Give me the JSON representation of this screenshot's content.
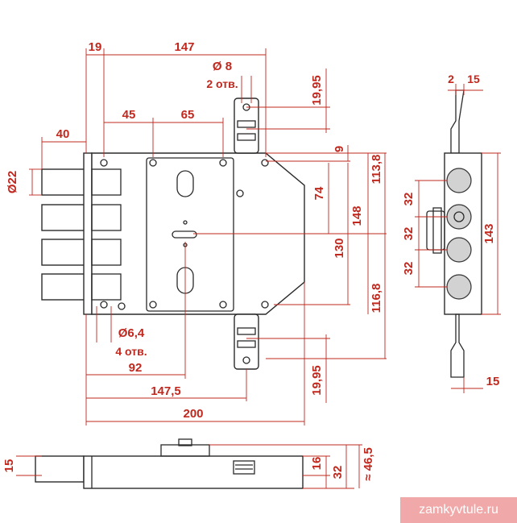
{
  "front_view": {
    "dims": {
      "d19": "19",
      "d147": "147",
      "d8": "Ø 8",
      "d8_note": "2 отв.",
      "d19_95_top": "19,95",
      "d45": "45",
      "d65": "65",
      "d40": "40",
      "d22": "Ø22",
      "d9": "9",
      "d74": "74",
      "d113_8": "113,8",
      "d148": "148",
      "d130": "130",
      "d116_8": "116,8",
      "d6_4": "Ø6,4",
      "d6_4_note": "4 отв.",
      "d92": "92",
      "d147_5": "147,5",
      "d19_95_bot": "19,95",
      "d200": "200"
    }
  },
  "side_view": {
    "dims": {
      "d2": "2",
      "d15_top": "15",
      "d32_a": "32",
      "d32_b": "32",
      "d32_c": "32",
      "d143": "143",
      "d15_bot": "15"
    }
  },
  "bottom_view": {
    "dims": {
      "d15": "15",
      "d16": "16",
      "d32": "32",
      "d46_5": "≈ 46,5"
    }
  },
  "watermark": "zamkyvtule.ru",
  "colors": {
    "dimension": "#c0281e",
    "outline": "#2a2a2a",
    "watermark_bg": "#f0a8a8"
  }
}
